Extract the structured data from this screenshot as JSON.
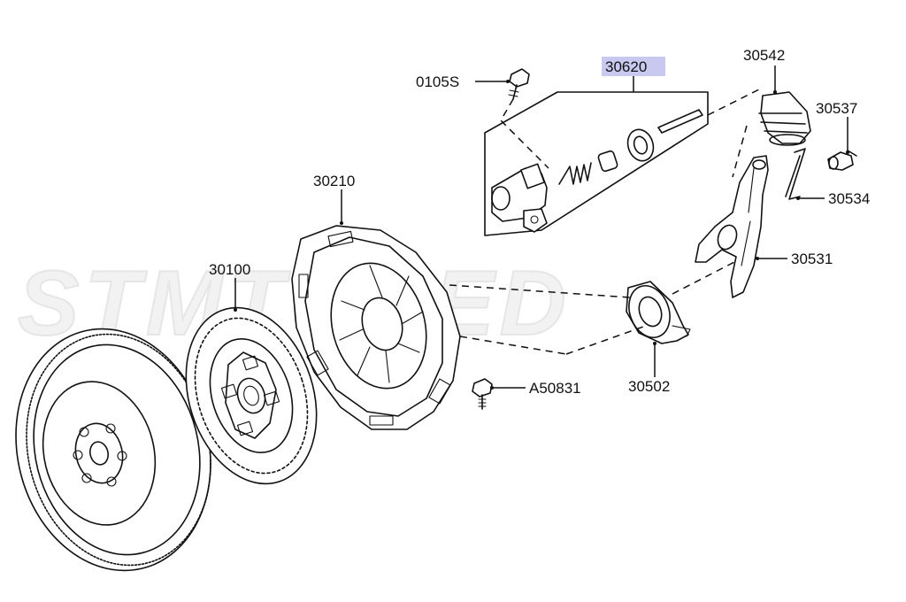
{
  "watermark": "STMTUNED",
  "parts": {
    "bolt_0105s": "0105S",
    "master_cylinder_assy": "30620",
    "dust_boot": "30542",
    "ball_pivot": "30537",
    "spring_clip": "30534",
    "release_fork": "30531",
    "release_bearing": "30502",
    "cover_bolt": "A50831",
    "clutch_cover": "30210",
    "clutch_disc": "30100"
  },
  "colors": {
    "highlight": "#c8c8f0",
    "line": "#111111"
  }
}
